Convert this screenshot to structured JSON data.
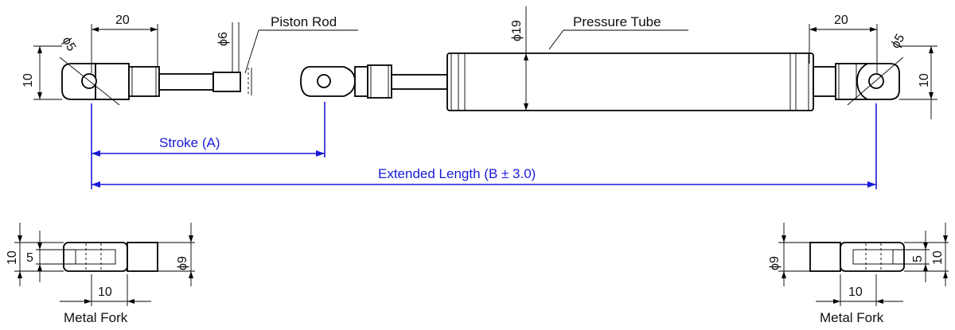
{
  "labels": {
    "piston_rod": "Piston Rod",
    "pressure_tube": "Pressure Tube",
    "stroke": "Stroke (A)",
    "extended_length": "Extended Length (B ± 3.0)",
    "metal_fork_left": "Metal Fork",
    "metal_fork_right": "Metal Fork"
  },
  "dimensions": {
    "left_eye_width": "20",
    "right_eye_width": "20",
    "left_eye_height": "10",
    "right_eye_height": "10",
    "left_hole_dia": "ϕ5",
    "right_hole_dia": "ϕ5",
    "rod_dia": "ϕ6",
    "tube_dia": "ϕ19",
    "left_fork_height": "10",
    "left_fork_slot": "5",
    "left_fork_dia": "ϕ9",
    "left_fork_width": "10",
    "right_fork_height": "10",
    "right_fork_slot": "5",
    "right_fork_dia": "ϕ9",
    "right_fork_width": "10"
  },
  "colors": {
    "dimension_blue": "#1a1adb",
    "line": "#000000"
  }
}
